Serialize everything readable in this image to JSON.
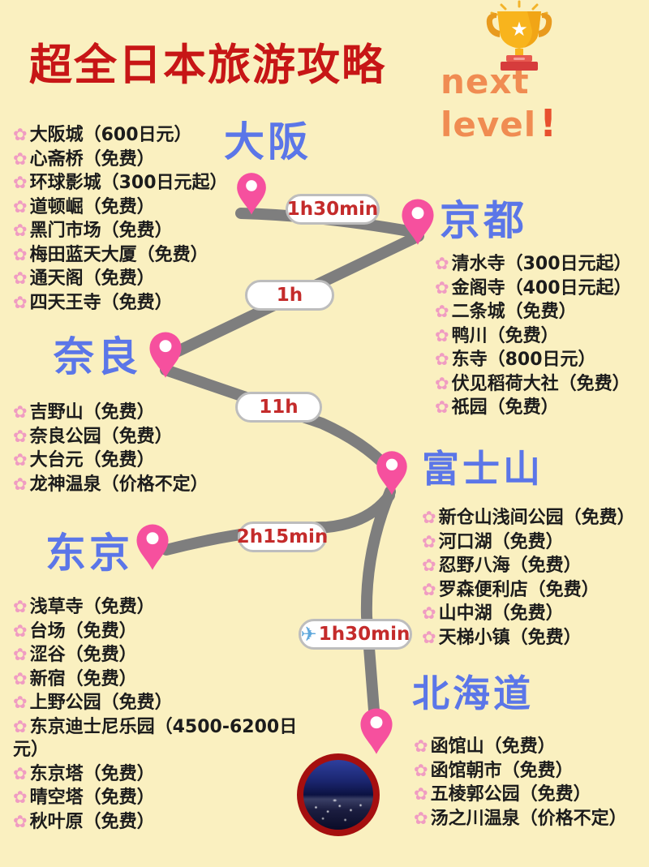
{
  "header": {
    "title": "超全日本旅游攻略",
    "subtitle": "next level",
    "exclaim": "!"
  },
  "icons": {
    "flower": "✿",
    "plane": "✈",
    "star": "★"
  },
  "cities": [
    {
      "name": "osaka",
      "label": "大阪",
      "attractions": [
        "大阪城（600日元）",
        "心斋桥（免费）",
        "环球影城（300日元起）",
        "道顿崛（免费）",
        "黑门市场（免费）",
        "梅田蓝天大厦（免费）",
        "通天阁（免费）",
        "四天王寺（免费）"
      ]
    },
    {
      "name": "kyoto",
      "label": "京都",
      "attractions": [
        "清水寺（300日元起）",
        "金阁寺（400日元起）",
        "二条城（免费）",
        "鸭川（免费）",
        "东寺（800日元）",
        "伏见稻荷大社（免费）",
        "祇园（免费）"
      ]
    },
    {
      "name": "nara",
      "label": "奈良",
      "attractions": [
        "吉野山（免费）",
        "奈良公园（免费）",
        "大台元（免费）",
        "龙神温泉（价格不定）"
      ]
    },
    {
      "name": "fuji",
      "label": "富士山",
      "attractions": [
        "新仓山浅间公园（免费）",
        "河口湖（免费）",
        "忍野八海（免费）",
        "罗森便利店（免费）",
        "山中湖（免费）",
        "天梯小镇（免费）"
      ]
    },
    {
      "name": "tokyo",
      "label": "东京",
      "attractions": [
        "浅草寺（免费）",
        "台场（免费）",
        "涩谷（免费）",
        "新宿（免费）",
        "上野公园（免费）",
        "东京迪士尼乐园（4500-6200日元）",
        "东京塔（免费）",
        "晴空塔（免费）",
        "秋叶原（免费）"
      ]
    },
    {
      "name": "hokkaido",
      "label": "北海道",
      "attractions": [
        "函馆山（免费）",
        "函馆朝市（免费）",
        "五棱郭公园（免费）",
        "汤之川温泉（价格不定）"
      ]
    }
  ],
  "routes": [
    {
      "from": "大阪",
      "to": "京都",
      "duration": "1h30min"
    },
    {
      "from": "京都",
      "to": "奈良",
      "duration": "1h"
    },
    {
      "from": "奈良",
      "to": "富士山",
      "duration": "11h"
    },
    {
      "from": "东京",
      "to": "富士山",
      "duration": "2h15min"
    },
    {
      "from": "富士山",
      "to": "北海道",
      "duration": "1h30min",
      "icon": "plane"
    }
  ],
  "colors": {
    "background": "#FAF0C0",
    "title": "#C71616",
    "subtitle": "#F08C52",
    "city_label": "#5B76E8",
    "pin": "#F6509E",
    "route": "#7E7E7E",
    "badge_text": "#C42B2B",
    "flower": "#F09CC2",
    "photo_border": "#A50F0F"
  }
}
